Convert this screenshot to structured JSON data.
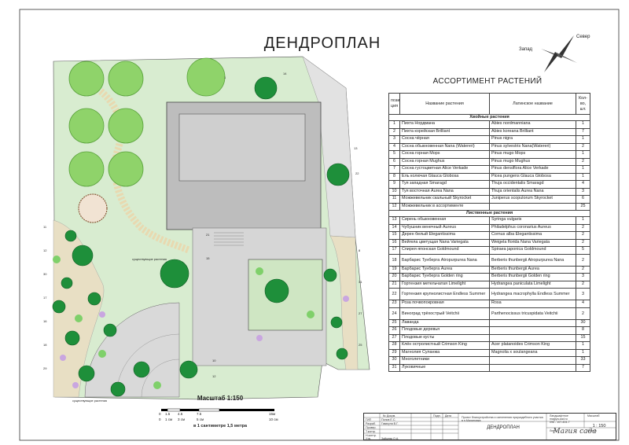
{
  "title": "ДЕНДРОПЛАН",
  "compass": {
    "north": "Север",
    "west": "Запад"
  },
  "plan_label": "существующие растения",
  "plan_label_bottom": "существующие растения",
  "assortment": {
    "title": "АССОРТИМЕНТ РАСТЕНИЙ",
    "headers": {
      "num": "пози-ция",
      "name": "Название растения",
      "latin": "Латинское название",
      "qty": "Кол-во, шт."
    },
    "section_conifers": "Хвойные растения",
    "section_deciduous": "Лиственные растения",
    "rows_conifers": [
      {
        "n": "1",
        "name": "Пихта Нордмана",
        "latin": "Abies nordmanniana",
        "q": "1"
      },
      {
        "n": "2",
        "name": "Пихта корейская Brilliant",
        "latin": "Abies koreana Brilliant",
        "q": "7"
      },
      {
        "n": "3",
        "name": "Сосна чёрная",
        "latin": "Pinus nigra",
        "q": "1"
      },
      {
        "n": "4",
        "name": "Сосна обыкновенная Nana (Watereri)",
        "latin": "Pinus sylvestris Nana(Watereri)",
        "q": "2"
      },
      {
        "n": "5",
        "name": "Сосна горная Mops",
        "latin": "Pinus mugo Mops",
        "q": "1"
      },
      {
        "n": "6",
        "name": "Сосна горная Mughus",
        "latin": "Pinus mugo Mughus",
        "q": "2"
      },
      {
        "n": "7",
        "name": "Сосна густоцветная Alice Verkade",
        "latin": "Pinus densiflora Alice Verkade",
        "q": "1"
      },
      {
        "n": "8",
        "name": "Ель колючая Glauca Globosa",
        "latin": "Picea pungens Glauca Globosa",
        "q": "1"
      },
      {
        "n": "9",
        "name": "Туя западная Smaragd",
        "latin": "Thuja occidentalis Smaragd",
        "q": "4"
      },
      {
        "n": "10",
        "name": "Туя восточная Aurea Nana",
        "latin": "Thuja orientalis Aurea Nana",
        "q": "3"
      },
      {
        "n": "11",
        "name": "Можжевельник скальный Skyrocket",
        "latin": "Juniperus scopulorum Skyrocket",
        "q": "6"
      },
      {
        "n": "12",
        "name": "Можжевельник в ассортименте",
        "latin": "",
        "q": "25"
      }
    ],
    "rows_deciduous": [
      {
        "n": "13",
        "name": "Сирень обыкновенная",
        "latin": "Syringa vulgaris",
        "q": "1"
      },
      {
        "n": "14",
        "name": "Чубушник венечный Aureus",
        "latin": "Philadelphus coronarius Aureus",
        "q": "2"
      },
      {
        "n": "15",
        "name": "Дерен белый Elegantissima",
        "latin": "Cornus alba Elegantissima",
        "q": "2"
      },
      {
        "n": "16",
        "name": "Вейгела цветущая Nana Variegata",
        "latin": "Weigela florida Nana Variegata",
        "q": "2"
      },
      {
        "n": "17",
        "name": "Спирея японская Goldmound",
        "latin": "Spiraea japonica Goldmound",
        "q": "5"
      },
      {
        "n": "18",
        "name": "Барбарис Тунберга Atropurpurea Nana",
        "latin": "Berberis thunbergii Atropurpurea Nana",
        "q": "2",
        "tall": true
      },
      {
        "n": "19",
        "name": "Барбарис Тунберга Aurea",
        "latin": "Berberis thunbergii Aurea",
        "q": "2"
      },
      {
        "n": "20",
        "name": "Барбарис Тунберга Golden ring",
        "latin": "Berberis thunbergii Golden ring",
        "q": "3"
      },
      {
        "n": "21",
        "name": "Гортензия метельчатая Limelight",
        "latin": "Hydrangea paniculata Limelight",
        "q": "2"
      },
      {
        "n": "22",
        "name": "Гортензия крупнолистная Endless Summer",
        "latin": "Hydrangea macrophylla Endless Summer",
        "q": "3",
        "tall": true
      },
      {
        "n": "23",
        "name": "Роза почвопокровная",
        "latin": "Rosa",
        "q": "4"
      },
      {
        "n": "24",
        "name": "Виноград трёхострый Veitchii",
        "latin": "Parthenocissus tricuspidata Veitchii",
        "q": "2",
        "tall": true
      },
      {
        "n": "25",
        "name": "Лаванда",
        "latin": "",
        "q": "30"
      },
      {
        "n": "26",
        "name": "Плодовые деревья",
        "latin": "",
        "q": "8"
      },
      {
        "n": "27",
        "name": "Плодовые кусты",
        "latin": "",
        "q": "15"
      },
      {
        "n": "28",
        "name": "Клён остролистный Crimson King",
        "latin": "Acer platanoides Crimson King",
        "q": "1"
      },
      {
        "n": "29",
        "name": "Магнолия Суланжа",
        "latin": "Magnolia x soulangeana",
        "q": "1"
      },
      {
        "n": "30",
        "name": "Многолетники",
        "latin": "",
        "q": "33"
      },
      {
        "n": "31",
        "name": "Луковичные",
        "latin": "",
        "q": "7"
      }
    ]
  },
  "scale": {
    "title": "Масштаб  1:150",
    "ticks_m": [
      "0",
      "1.5",
      "4.5",
      "7.5",
      "15м"
    ],
    "ticks_cm": [
      "0",
      "1 см",
      "3 см",
      "5 см",
      "10 см"
    ],
    "note": "в 1 сантиметре 1,5 метра"
  },
  "stamp": {
    "sheet_title": "ДЕНДРОПЛАН",
    "scale_label": "Масштаб",
    "scale_value": "1 : 150",
    "logo": "Магия сада",
    "cells": {
      "num_doc": "№ Докум.",
      "sign": "Подп.",
      "date": "Дата",
      "gip": "ГИП",
      "razrab": "Разраб.",
      "prov": "Провер.",
      "tkontr": "Т.контр.",
      "nkontr": "Н.контр.",
      "utv": "Утв.",
      "name1": "Попов Е.С.",
      "name2": "Гавагуля В.Г.",
      "name3": "Зайцева О.А.",
      "project": "Проект благоустройства и озеленения приусадебного участка в п.Малиновка",
      "site_label": "Ландшафтное",
      "site": "magiya-sad.ru",
      "phone": "096 - 107-404-7",
      "sheet": "Лист 1",
      "sheets": "Листов"
    }
  },
  "colors": {
    "lawn": "#d8ecd0",
    "tree": "#8fd36a",
    "conifer": "#1e8f3a",
    "paving": "#cfcfcf",
    "house": "#b8b8b8",
    "path": "#e8d9b0"
  }
}
